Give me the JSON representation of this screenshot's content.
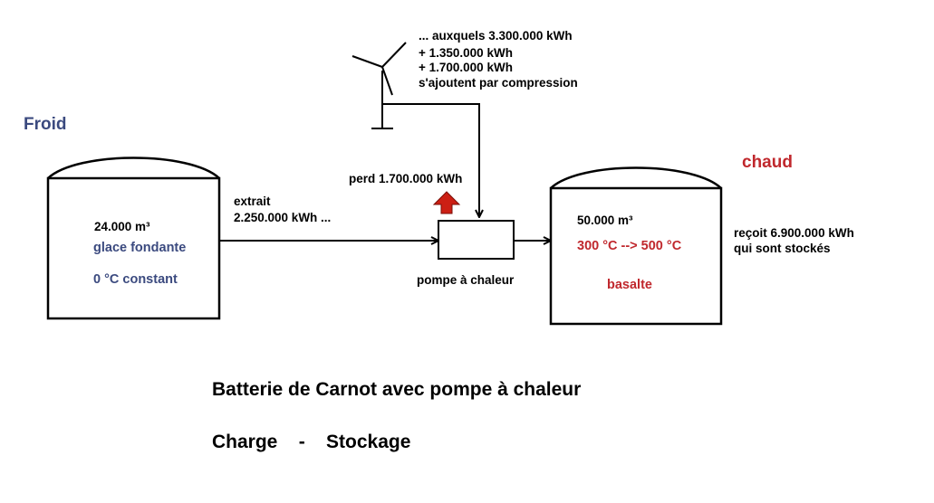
{
  "colors": {
    "ink": "#000000",
    "cold_text": "#3b4a7f",
    "hot_text": "#c0282d",
    "arrow_red": "#cc1f14",
    "background": "#ffffff"
  },
  "cold_tank": {
    "heading": "Froid",
    "volume": "24.000 m³",
    "material": "glace fondante",
    "temperature": "0 °C constant"
  },
  "hot_tank": {
    "heading": "chaud",
    "volume": "50.000 m³",
    "temperature_range": "300 °C -->  500 °C",
    "material": "basalte"
  },
  "extraction": {
    "line1": "extrait",
    "line2": "2.250.000  kWh ..."
  },
  "wind": {
    "line1": "... auxquels 3.300.000 kWh",
    "line2": "+ 1.350.000 kWh",
    "line3": "+ 1.700.000 kWh",
    "line4": "s'ajoutent par compression"
  },
  "heat_pump": {
    "label": "pompe à chaleur",
    "loss": "perd 1.700.000 kWh"
  },
  "received": {
    "line1": "reçoit 6.900.000 kWh",
    "line2": "qui sont stockés"
  },
  "caption": {
    "title": "Batterie de Carnot avec pompe à chaleur",
    "subtitle": "Charge    -    Stockage"
  }
}
